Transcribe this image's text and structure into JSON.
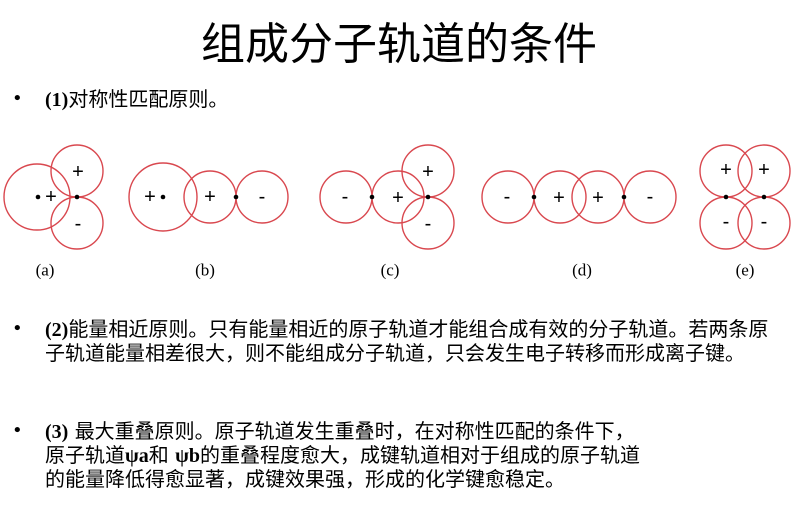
{
  "title": "组成分子轨道的条件",
  "rules": [
    {
      "num": "(1)",
      "text": "对称性匹配原则。"
    },
    {
      "num": "(2)",
      "text": "能量相近原则。只有能量相近的原子轨道才能组合成有效的分子轨道。若两条原子轨道能量相差很大，则不能组成分子轨道，只会发生电子转移而形成离子键。"
    },
    {
      "num": "(3)",
      "text_lines": [
        "最大重叠原则。原子轨道发生重叠时，在对称性匹配的条件下，",
        "原子轨道",
        "ψa",
        "和 ",
        "ψb",
        "的重叠程度愈大，成键轨道相对于组成的原子轨道",
        "的能量降低得愈显著，成键效果强，形成的化学键愈稳定。"
      ]
    }
  ],
  "bullet": "•",
  "diagram": {
    "labels": [
      "(a)",
      "(b)",
      "(c)",
      "(d)",
      "(e)"
    ],
    "plus": "+",
    "minus": "-"
  }
}
